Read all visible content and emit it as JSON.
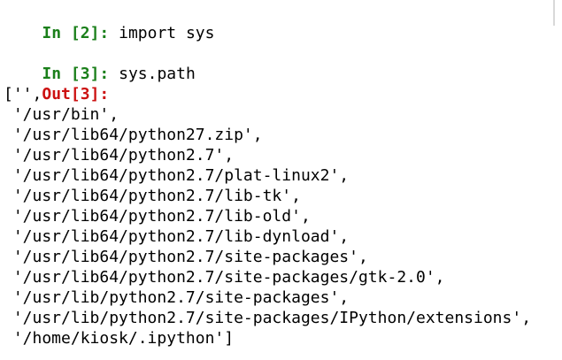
{
  "colors": {
    "in_prompt": "#1a7f1a",
    "out_prompt": "#cc1111",
    "text": "#000000",
    "background": "#ffffff"
  },
  "cells": [
    {
      "in_label": "In",
      "number": "2",
      "code": "import sys"
    },
    {
      "in_label": "In",
      "number": "3",
      "code": "sys.path",
      "out_label": "Out",
      "out_number": "3",
      "output_lines": [
        "['',",
        " '/usr/bin',",
        " '/usr/lib64/python27.zip',",
        " '/usr/lib64/python2.7',",
        " '/usr/lib64/python2.7/plat-linux2',",
        " '/usr/lib64/python2.7/lib-tk',",
        " '/usr/lib64/python2.7/lib-old',",
        " '/usr/lib64/python2.7/lib-dynload',",
        " '/usr/lib64/python2.7/site-packages',",
        " '/usr/lib64/python2.7/site-packages/gtk-2.0',",
        " '/usr/lib/python2.7/site-packages',",
        " '/usr/lib/python2.7/site-packages/IPython/extensions',",
        " '/home/kiosk/.ipython']"
      ]
    }
  ]
}
